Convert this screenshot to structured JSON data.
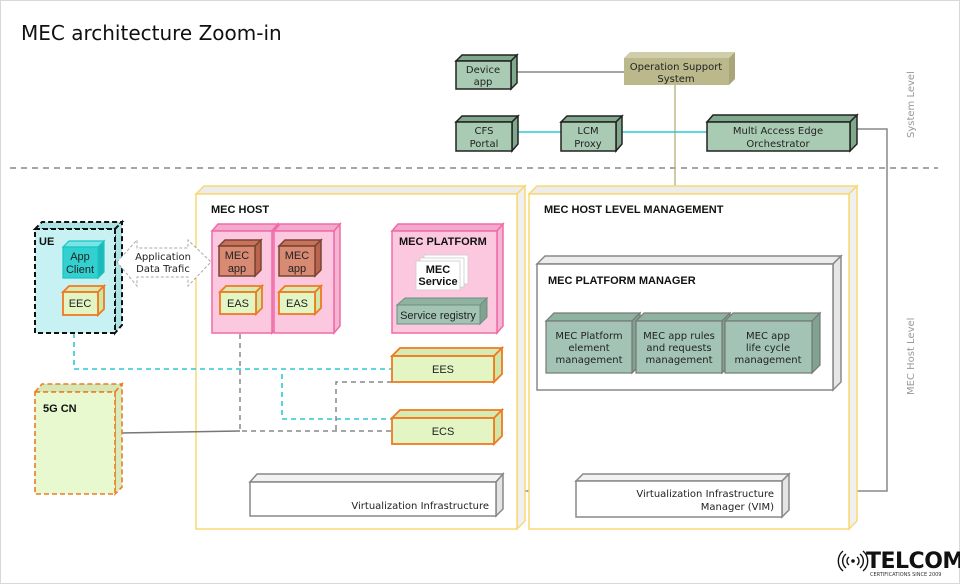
{
  "title": "MEC architecture Zoom-in",
  "levels": {
    "system": "System Level",
    "host": "MEC Host Level"
  },
  "system_nodes": {
    "device_app": [
      "Device",
      "app"
    ],
    "oss": [
      "Operation Support",
      "System"
    ],
    "cfs_portal": [
      "CFS",
      "Portal"
    ],
    "lcm_proxy": [
      "LCM",
      "Proxy"
    ],
    "meo": [
      "Multi Access Edge",
      "Orchestrator"
    ]
  },
  "ue": {
    "label": "UE",
    "app_client": [
      "App",
      "Client"
    ],
    "eec": "EEC"
  },
  "traffic": [
    "Application",
    "Data Trafic"
  ],
  "core": {
    "label": "5G CN"
  },
  "mec_host": {
    "label": "MEC HOST",
    "apps": [
      {
        "app": [
          "MEC",
          "app"
        ],
        "eas": "EAS"
      },
      {
        "app": [
          "MEC",
          "app"
        ],
        "eas": "EAS"
      }
    ],
    "platform": {
      "label": "MEC PLATFORM",
      "service": [
        "MEC",
        "Service"
      ],
      "registry": "Service registry"
    },
    "ees": "EES",
    "ecs": "ECS",
    "vi": "Virtualization Infrastructure"
  },
  "host_mgmt": {
    "label": "MEC HOST LEVEL MANAGEMENT",
    "platform_manager": {
      "label": "MEC PLATFORM MANAGER",
      "modules": [
        [
          "MEC Platform",
          "element",
          "management"
        ],
        [
          "MEC app rules",
          "and requests",
          "management"
        ],
        [
          "MEC app",
          "life cycle",
          "management"
        ]
      ]
    },
    "vim": [
      "Virtualization Infrastructure",
      "Manager (VIM)"
    ]
  },
  "brand": {
    "name": "TELCOMA",
    "tagline": "CERTIFICATIONS SINCE 2009"
  },
  "colors": {
    "green_box": "#a9cbb4",
    "green_box_side": "#7fa88d",
    "teal_module": "#a3c4b5",
    "oss": "#bbb98c",
    "pink": "#fcc8e0",
    "pink_border": "#f06aa8",
    "mec_app": "#d98a73",
    "lime": "#e2f5c2",
    "orange": "#f07a20",
    "ue_fill": "#c8f1f3",
    "app_client": "#33d0d0",
    "cyan_line": "#2fc9d4",
    "host_border": "#f8d874"
  }
}
